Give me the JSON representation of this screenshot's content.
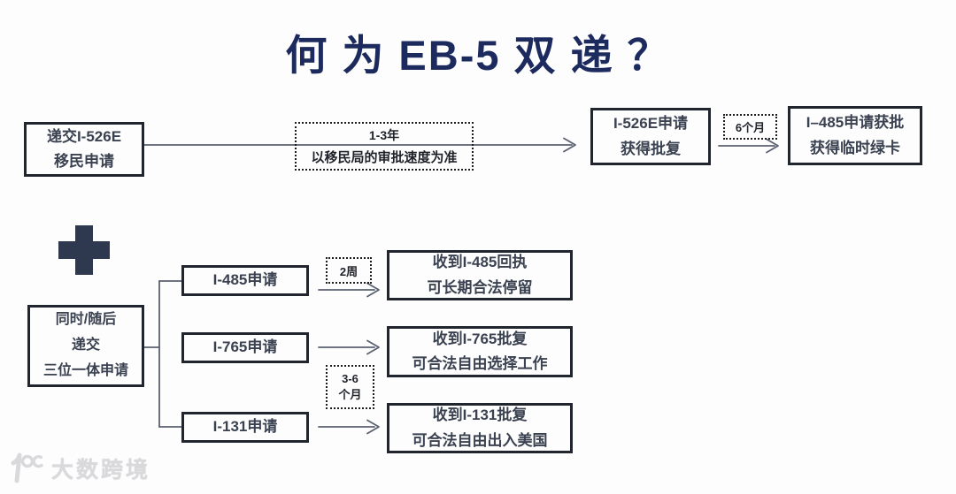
{
  "title": "何 为 EB-5 双 递 ？",
  "top_flow": {
    "submit_box": {
      "line1": "递交I-526E",
      "line2": "移民申请"
    },
    "duration_1to3": {
      "line1": "1-3年",
      "line2": "以移民局的审批速度为准"
    },
    "approval_box": {
      "line1": "I-526E申请",
      "line2": "获得批复"
    },
    "duration_6months": "6个月",
    "temp_green_card_box": {
      "line1": "I–485申请获批",
      "line2": "获得临时绿卡"
    }
  },
  "bottom_flow": {
    "trio_box": {
      "line1": "同时/随后",
      "line2": "递交",
      "line3": "三位一体申请"
    },
    "branches": [
      {
        "application": "I-485申请",
        "result_line1": "收到I-485回执",
        "result_line2": "可长期合法停留"
      },
      {
        "application": "I-765申请",
        "result_line1": "收到I-765批复",
        "result_line2": "可合法自由选择工作"
      },
      {
        "application": "I-131申请",
        "result_line1": "收到I-131批复",
        "result_line2": "可合法自由出入美国"
      }
    ],
    "duration_2weeks": "2周",
    "duration_3to6": {
      "line1": "3-6",
      "line2": "个月"
    }
  },
  "watermark": {
    "brand": "大数跨境"
  },
  "colors": {
    "title": "#1c2a5e",
    "box_border": "#21252e",
    "box_text": "#3a4150",
    "arrow_line": "#596070",
    "plus_sign": "#2e3950",
    "watermark": "#d9d9dc"
  }
}
